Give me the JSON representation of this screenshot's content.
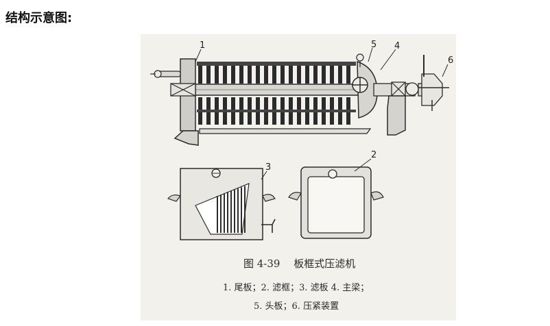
{
  "heading": "结构示意图:",
  "figure": {
    "caption": "图 4-39　 板框式压滤机",
    "legend_line_1": "1. 尾板；2. 滤框；3. 滤板 4. 主梁；",
    "legend_line_2": "5. 头板；6. 压紧装置"
  },
  "labels": {
    "tail_plate": "1",
    "filter_frame": "2",
    "filter_plate": "3",
    "main_beam": "4",
    "head_plate": "5",
    "pressing_device": "6"
  },
  "colors": {
    "ink": "#2b2b2b",
    "paper": "#f3f1ec",
    "shade": "#6a6a6a"
  }
}
